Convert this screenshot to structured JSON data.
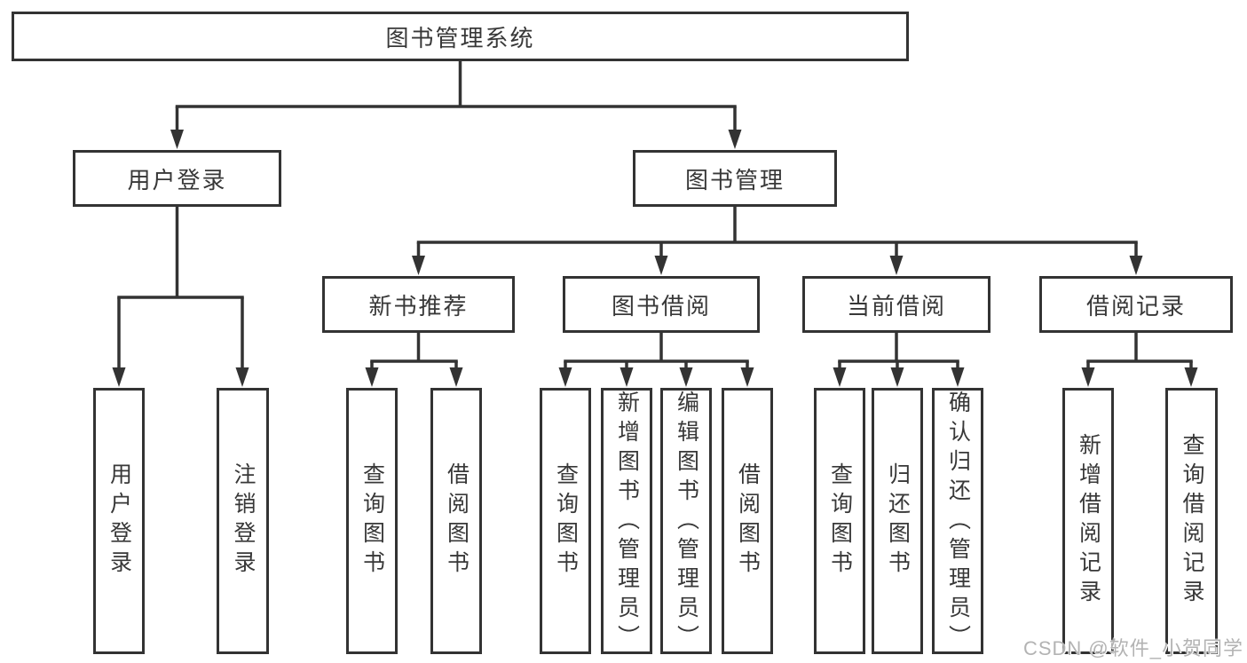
{
  "nodes": {
    "root": "图书管理系统",
    "user_login": "用户登录",
    "book_management": "图书管理",
    "new_book_recommend": "新书推荐",
    "book_borrowing": "图书借阅",
    "current_borrowing": "当前借阅",
    "borrowing_records": "借阅记录",
    "leaf_user_login": "用户登录",
    "leaf_logout": "注销登录",
    "leaf_query_books_recommend": "查询图书",
    "leaf_borrow_books_recommend": "借阅图书",
    "leaf_query_books_borrow": "查询图书",
    "leaf_add_book_admin": "新增图书（管理员）",
    "leaf_edit_book_admin": "编辑图书（管理员）",
    "leaf_borrow_books_borrow": "借阅图书",
    "leaf_query_books_current": "查询图书",
    "leaf_return_books": "归还图书",
    "leaf_confirm_return_admin": "确认归还（管理员）",
    "leaf_add_borrow_record": "新增借阅记录",
    "leaf_query_borrow_record": "查询借阅记录"
  },
  "hierarchy": {
    "图书管理系统": {
      "用户登录": [
        "用户登录",
        "注销登录"
      ],
      "图书管理": {
        "新书推荐": [
          "查询图书",
          "借阅图书"
        ],
        "图书借阅": [
          "查询图书",
          "新增图书（管理员）",
          "编辑图书（管理员）",
          "借阅图书"
        ],
        "当前借阅": [
          "查询图书",
          "归还图书",
          "确认归还（管理员）"
        ],
        "借阅记录": [
          "新增借阅记录",
          "查询借阅记录"
        ]
      }
    }
  },
  "watermark": "CSDN @软件_小贺同学",
  "colors": {
    "line": "#333333",
    "text": "#383838",
    "box_background": "#ffffff",
    "watermark": "#b3b3b3",
    "background": "#ffffff"
  }
}
